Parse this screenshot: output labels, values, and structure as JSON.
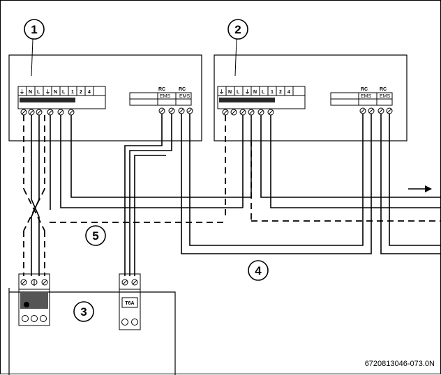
{
  "callouts": [
    "1",
    "2",
    "3",
    "4",
    "5"
  ],
  "terminal_labels": {
    "earth": "⏚",
    "n": "N",
    "l": "L",
    "t1": "1",
    "t2": "2",
    "t4": "4",
    "rc": "RC",
    "ems": "EMS"
  },
  "fuse_label": "T6A",
  "figure_code": "6720813046-073.0N"
}
